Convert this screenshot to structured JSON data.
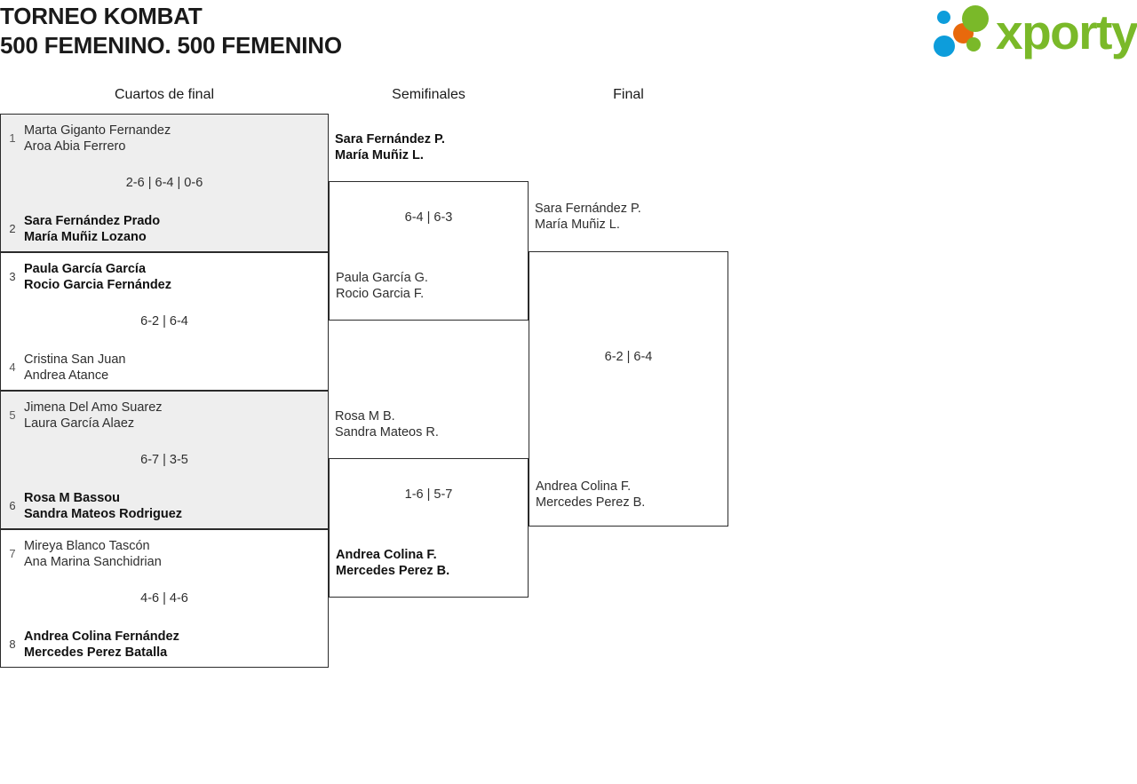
{
  "header": {
    "title_line1": "TORNEO KOMBAT",
    "title_line2": "500 FEMENINO. 500 FEMENINO",
    "logo": {
      "wordmark": "xporty",
      "color_green": "#7ab929",
      "color_blue": "#0d9ddb",
      "color_orange": "#e8690c"
    }
  },
  "rounds": [
    {
      "label": "Cuartos de final"
    },
    {
      "label": "Semifinales"
    },
    {
      "label": "Final"
    }
  ],
  "quarterfinals": [
    {
      "shaded": true,
      "score": "2-6 | 6-4 | 0-6",
      "top": {
        "seed": "1",
        "winner": false,
        "p1": "Marta Giganto Fernandez",
        "p2": "Aroa Abia Ferrero"
      },
      "bottom": {
        "seed": "2",
        "winner": true,
        "p1": "Sara Fernández Prado",
        "p2": "María Muñiz Lozano"
      }
    },
    {
      "shaded": false,
      "score": "6-2 | 6-4",
      "top": {
        "seed": "3",
        "winner": true,
        "p1": "Paula García García",
        "p2": "Rocio Garcia Fernández"
      },
      "bottom": {
        "seed": "4",
        "winner": false,
        "p1": "Cristina San Juan",
        "p2": "Andrea Atance"
      }
    },
    {
      "shaded": true,
      "score": "6-7 | 3-5",
      "top": {
        "seed": "5",
        "winner": false,
        "p1": "Jimena Del Amo Suarez",
        "p2": "Laura García Alaez"
      },
      "bottom": {
        "seed": "6",
        "winner": true,
        "p1": "Rosa M Bassou",
        "p2": "Sandra Mateos Rodriguez"
      }
    },
    {
      "shaded": false,
      "score": "4-6 | 4-6",
      "top": {
        "seed": "7",
        "winner": false,
        "p1": "Mireya Blanco Tascón",
        "p2": "Ana Marina Sanchidrian"
      },
      "bottom": {
        "seed": "8",
        "winner": true,
        "p1": "Andrea Colina Fernández",
        "p2": "Mercedes Perez Batalla"
      }
    }
  ],
  "semifinals": [
    {
      "score": "6-4 | 6-3",
      "top": {
        "winner": true,
        "p1": "Sara Fernández P.",
        "p2": "María Muñiz L."
      },
      "bottom": {
        "winner": false,
        "p1": "Paula García G.",
        "p2": "Rocio Garcia F."
      }
    },
    {
      "score": "1-6 | 5-7",
      "top": {
        "winner": false,
        "p1": "Rosa M B.",
        "p2": "Sandra Mateos R."
      },
      "bottom": {
        "winner": true,
        "p1": "Andrea Colina F.",
        "p2": "Mercedes Perez B."
      }
    }
  ],
  "final": {
    "score": "6-2 | 6-4",
    "top": {
      "winner": false,
      "p1": "Sara Fernández P.",
      "p2": "María Muñiz L."
    },
    "bottom": {
      "winner": false,
      "p1": "Andrea Colina F.",
      "p2": "Mercedes Perez B."
    }
  }
}
